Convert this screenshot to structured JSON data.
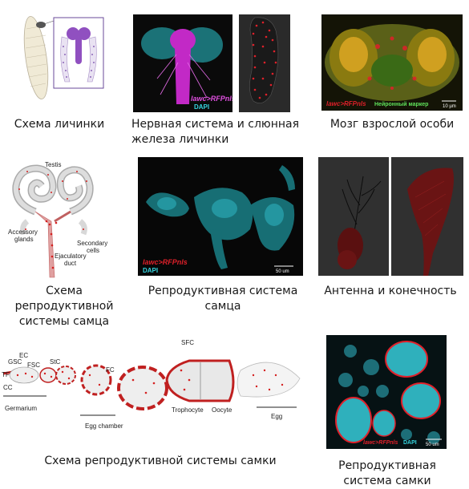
{
  "captions": {
    "larva_scheme": "Схема личинки",
    "larva_nervous": "Нервная система и слюнная железа личинки",
    "adult_brain": "Мозг взрослой особи",
    "male_scheme": "Схема репродуктивной системы самца",
    "male_repro": "Репродуктивная система самца",
    "antenna_leg": "Антенна и конечность",
    "female_scheme": "Схема репродуктивной системы самки",
    "female_repro": "Репродуктивная система самки"
  },
  "labels": {
    "lawc": "lawc>RFPnls",
    "dapi": "DAPI",
    "neuronal_marker": "Нейронный маркер",
    "scale_10": "10 µm",
    "scale_50": "50 um",
    "male": {
      "testis": "Testis",
      "accessory_glands": "Accessory glands",
      "secondary_cells": "Secondary cells",
      "ejaculatory_duct": "Ejaculatory duct"
    },
    "female": {
      "tf": "TF",
      "gsc": "GSC",
      "ec": "EC",
      "fsc": "FSC",
      "stc": "StC",
      "cc": "CC",
      "fc": "FC",
      "sfc": "SFC",
      "germarium": "Germarium",
      "egg_chamber": "Egg chamber",
      "trophocyte": "Trophocyte",
      "oocyte": "Oocyte",
      "egg": "Egg"
    }
  },
  "colors": {
    "rfp_red": "#e0202a",
    "dapi_cyan": "#35d6e0",
    "magenta": "#d030d0",
    "green": "#5fe05a"
  }
}
